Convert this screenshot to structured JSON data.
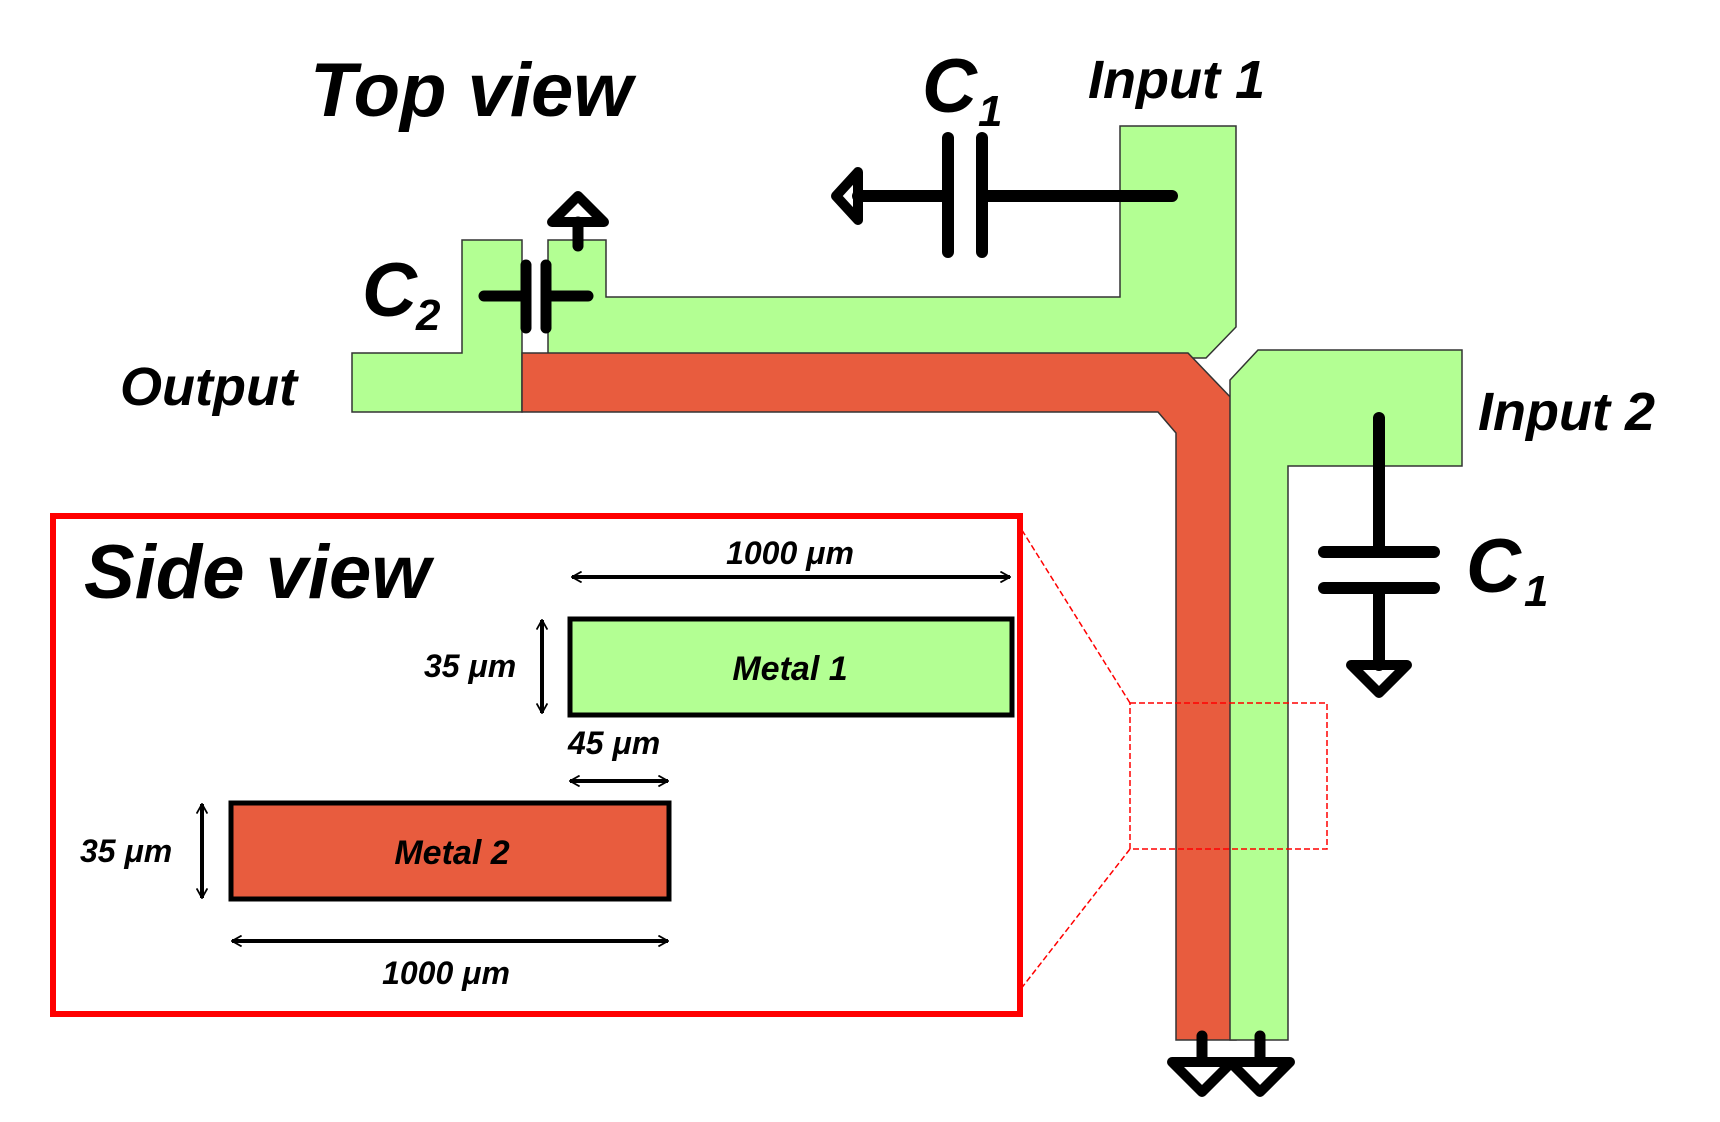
{
  "top_view": {
    "title": "Top view",
    "input1_label": "Input 1",
    "input2_label": "Input 2",
    "output_label": "Output",
    "c1_top": {
      "letter": "C",
      "subscript": "1"
    },
    "c1_right": {
      "letter": "C",
      "subscript": "1"
    },
    "c2": {
      "letter": "C",
      "subscript": "2"
    }
  },
  "side_view": {
    "title": "Side view",
    "metal1_label": "Metal 1",
    "metal2_label": "Metal 2",
    "metal1_length": "1000 μm",
    "metal2_length": "1000 μm",
    "metal1_thickness": "35 μm",
    "metal2_thickness": "35 μm",
    "overlap": "45 μm"
  },
  "colors": {
    "metal1": "#b3ff93",
    "metal2": "#e85c3e",
    "callout": "#ff0000"
  }
}
